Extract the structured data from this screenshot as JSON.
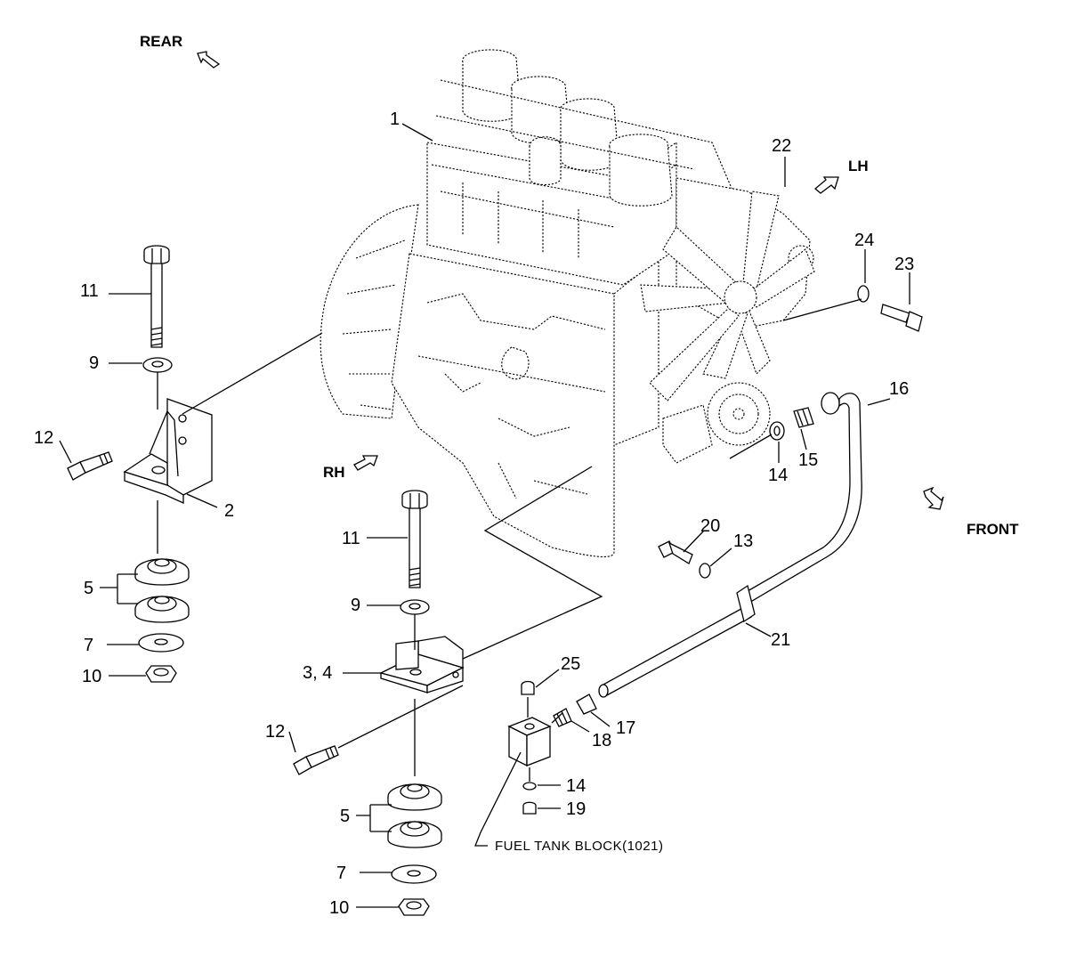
{
  "directions": {
    "rear": "REAR",
    "lh": "LH",
    "rh": "RH",
    "front": "FRONT"
  },
  "callouts": {
    "c1": "1",
    "c2": "2",
    "c3_4": "3, 4",
    "c5_left": "5",
    "c5_center": "5",
    "c7_left": "7",
    "c7_center": "7",
    "c9_left": "9",
    "c9_center": "9",
    "c10_left": "10",
    "c10_center": "10",
    "c11_left": "11",
    "c11_center": "11",
    "c12_left": "12",
    "c12_center": "12",
    "c13": "13",
    "c14_upper": "14",
    "c14_lower": "14",
    "c15": "15",
    "c16": "16",
    "c17": "17",
    "c18": "18",
    "c19": "19",
    "c20": "20",
    "c21": "21",
    "c22": "22",
    "c23": "23",
    "c24": "24",
    "c25": "25"
  },
  "notes": {
    "fuel_tank_block": "FUEL TANK BLOCK(1021)"
  }
}
